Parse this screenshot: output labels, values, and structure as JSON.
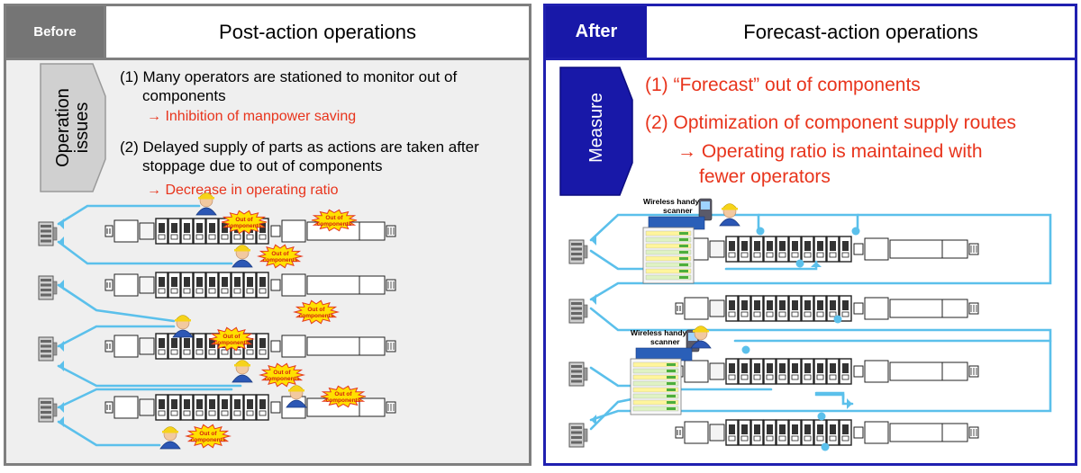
{
  "before": {
    "tag": "Before",
    "title": "Post-action operations",
    "badge_line1": "Operation",
    "badge_line2": "issues",
    "issue1_line1": "(1) Many operators are stationed to monitor out of",
    "issue1_line2": "components",
    "issue1_result": "→ Inhibition of manpower saving",
    "issue2_line1": "(2) Delayed supply of parts as actions are taken after",
    "issue2_line2": "stoppage due to out of components",
    "issue2_result": "→ Decrease in operating ratio",
    "burst_label_line1": "Out of",
    "burst_label_line2": "components"
  },
  "after": {
    "tag": "After",
    "title": "Forecast-action operations",
    "badge": "Measure",
    "measure1": "(1) “Forecast” out of components",
    "measure2": "(2) Optimization of component supply routes",
    "measure3_line1": "→ Operating ratio is maintained with",
    "measure3_line2": "fewer operators",
    "scanner_label_line1": "Wireless handy",
    "scanner_label_line2": "scanner"
  },
  "colors": {
    "before_accent": "#757575",
    "after_accent": "#1818a8",
    "highlight_red": "#e8341c",
    "route_blue": "#5bc0eb",
    "burst_yellow": "#ffe000"
  }
}
